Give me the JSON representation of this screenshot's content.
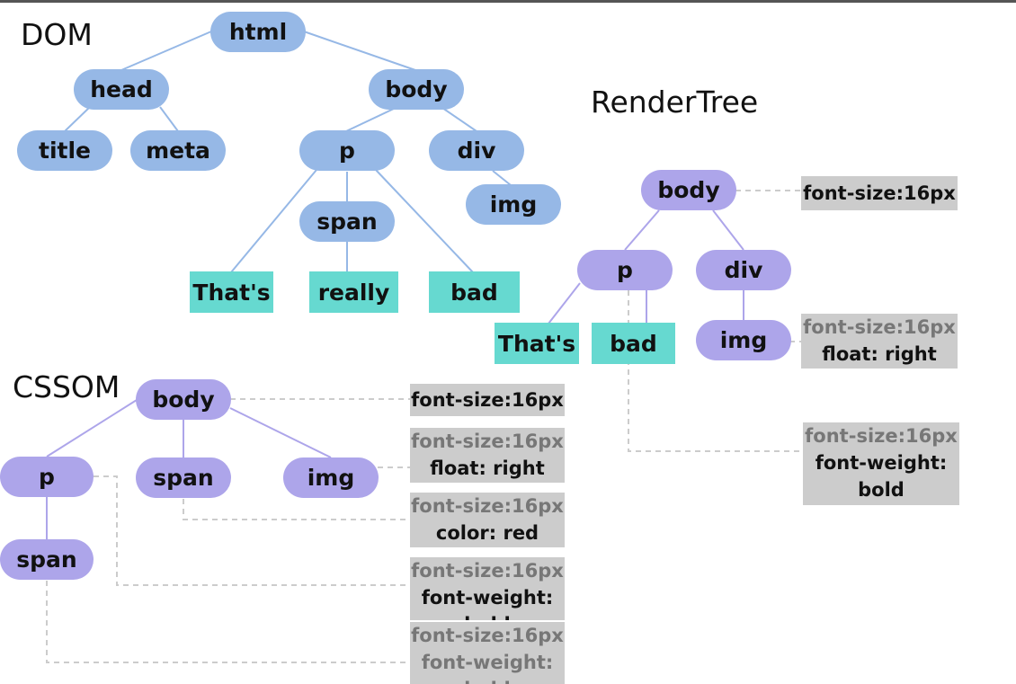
{
  "titles": {
    "dom": "DOM",
    "cssom": "CSSOM",
    "render_tree": "RenderTree"
  },
  "dom": {
    "nodes": [
      "html",
      "head",
      "body",
      "title",
      "meta",
      "p",
      "div",
      "span",
      "img"
    ],
    "text_nodes": [
      "That's",
      "really",
      "bad"
    ]
  },
  "cssom": {
    "nodes": [
      "body",
      "p",
      "span",
      "img",
      "span"
    ],
    "styles": {
      "body": [
        "font-size:16px"
      ],
      "img": [
        "font-size:16px",
        "float: right"
      ],
      "span": [
        "font-size:16px",
        "color: red"
      ],
      "p": [
        "font-size:16px",
        "font-weight:",
        "bold"
      ],
      "p_span": [
        "font-size:16px",
        "font-weight:",
        "bold"
      ]
    }
  },
  "render_tree": {
    "nodes": [
      "body",
      "p",
      "div",
      "img"
    ],
    "text_nodes": [
      "That's",
      "bad"
    ],
    "styles": {
      "body": [
        "font-size:16px"
      ],
      "img": [
        "font-size:16px",
        "float: right"
      ],
      "p": [
        "font-size:16px",
        "font-weight:",
        "bold"
      ]
    }
  },
  "colors": {
    "dom_node": "#96b8e6",
    "css_node": "#ada5ea",
    "text_node": "#66d9d0",
    "style_box": "#cccccc",
    "inherited_text": "#777777"
  }
}
